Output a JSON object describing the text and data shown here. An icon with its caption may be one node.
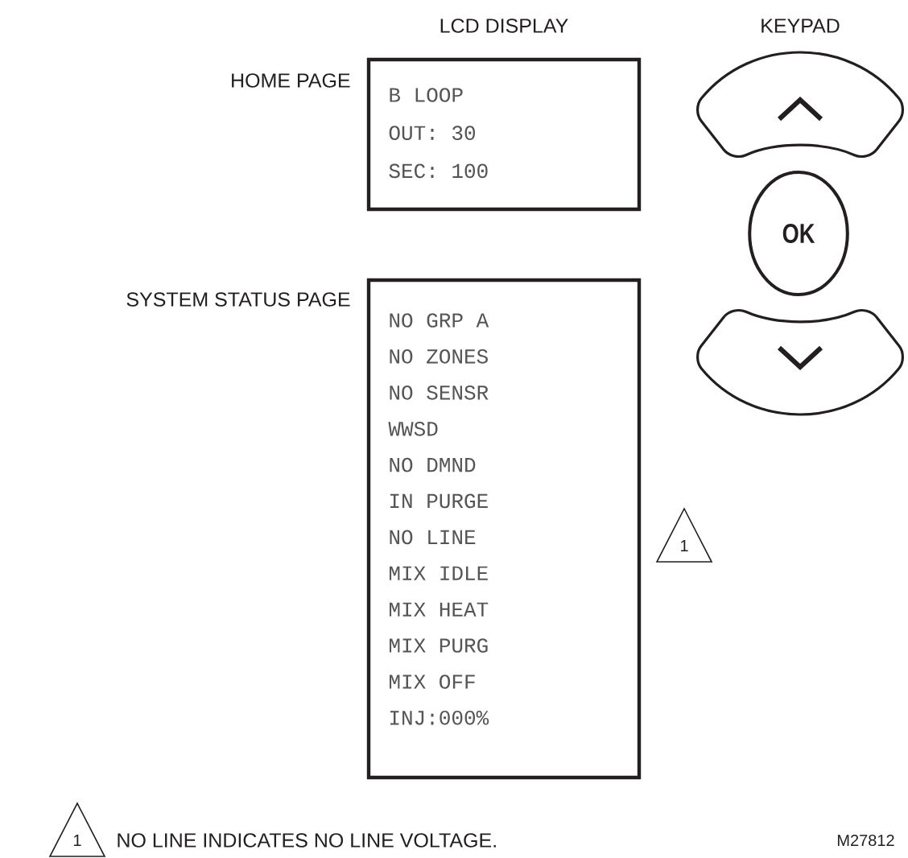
{
  "diagram": {
    "nodes": [
      {
        "text": [
          "B LOOP",
          "OUT:  30",
          "SEC: 100"
        ]
      },
      {
        "text": [
          "NO GRP A",
          "NO ZONES",
          "NO SENSR",
          "WWSD",
          "NO DMND",
          "IN PURGE",
          "NO LINE",
          "MIX IDLE",
          "MIX HEAT",
          "MIX PURG",
          "MIX OFF",
          "INJ:000%"
        ]
      },
      {
        "text": [],
        "shape": "button"
      },
      {
        "text": [
          "OK"
        ]
      },
      {
        "text": [],
        "shape": "button"
      }
    ],
    "edges": [],
    "labels": [
      "LCD DISPLAY",
      "KEYPAD",
      "HOME PAGE",
      "SYSTEM STATUS PAGE",
      "1",
      "1",
      "NO LINE INDICATES NO LINE VOLTAGE.",
      "M27812"
    ]
  }
}
